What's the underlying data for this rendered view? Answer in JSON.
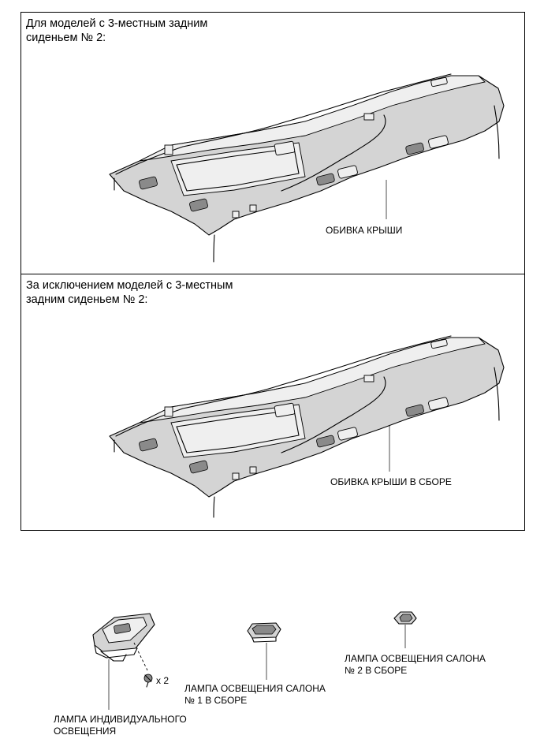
{
  "panels": [
    {
      "title": "Для моделей с 3-местным задним\nсиденьем № 2:",
      "callout": "ОБИВКА КРЫШИ"
    },
    {
      "title": "За исключением моделей с 3-местным\nзадним сиденьем № 2:",
      "callout": "ОБИВКА КРЫШИ В СБОРЕ"
    }
  ],
  "parts": {
    "personal_lamp": "ЛАМПА ИНДИВИДУАЛЬНОГО\nОСВЕЩЕНИЯ",
    "screw_qty": "x 2",
    "room_lamp_1": "ЛАМПА ОСВЕЩЕНИЯ САЛОНА\n№ 1 В СБОРЕ",
    "room_lamp_2": "ЛАМПА ОСВЕЩЕНИЯ САЛОНА\n№ 2 В СБОРЕ"
  }
}
